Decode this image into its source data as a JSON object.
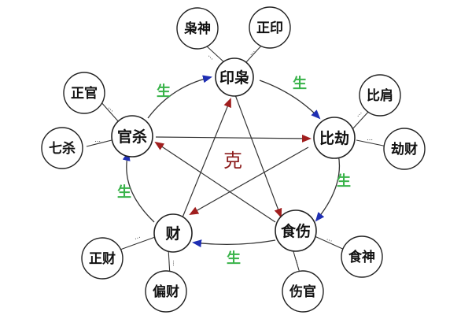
{
  "main_nodes": {
    "yin_xiao": "印枭",
    "bi_jie": "比劫",
    "shi_shang": "食伤",
    "cai": "财",
    "guan_sha": "官杀"
  },
  "sub_nodes": {
    "xiao_shen": "枭神",
    "zheng_yin": "正印",
    "bi_jian": "比肩",
    "jie_cai": "劫财",
    "shi_shen": "食神",
    "shang_guan": "伤官",
    "zheng_cai": "正财",
    "pian_cai": "偏财",
    "zheng_guan": "正官",
    "qi_sha": "七杀"
  },
  "relations": {
    "generate": "生",
    "restrain": "克"
  },
  "colors": {
    "generate_arrow": "#1f2fb3",
    "restrain_arrow": "#a01e1e",
    "generate_text": "#39b34a",
    "restrain_text": "#8b1a1a"
  }
}
